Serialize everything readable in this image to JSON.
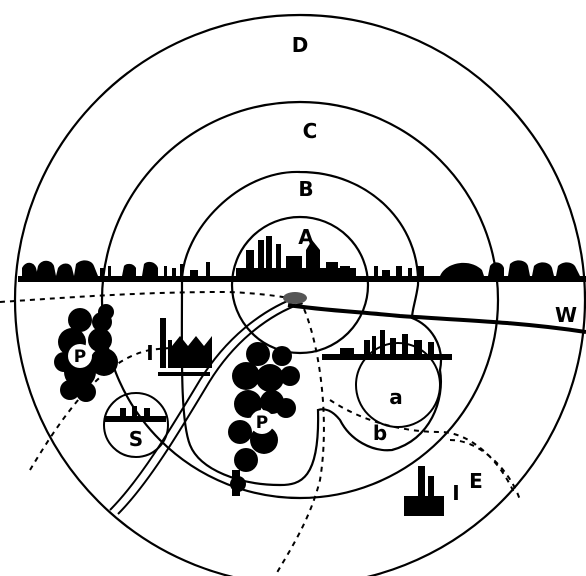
{
  "zones": {
    "A": "A",
    "B": "B",
    "C": "C",
    "D": "D"
  },
  "features": {
    "a": "a",
    "b": "b",
    "P_left": "P",
    "P_center": "P",
    "S": "S",
    "I_left": "I",
    "I_right": "I",
    "E": "E",
    "W": "W"
  },
  "colors": {
    "ink": "#000000",
    "paper": "#ffffff"
  }
}
